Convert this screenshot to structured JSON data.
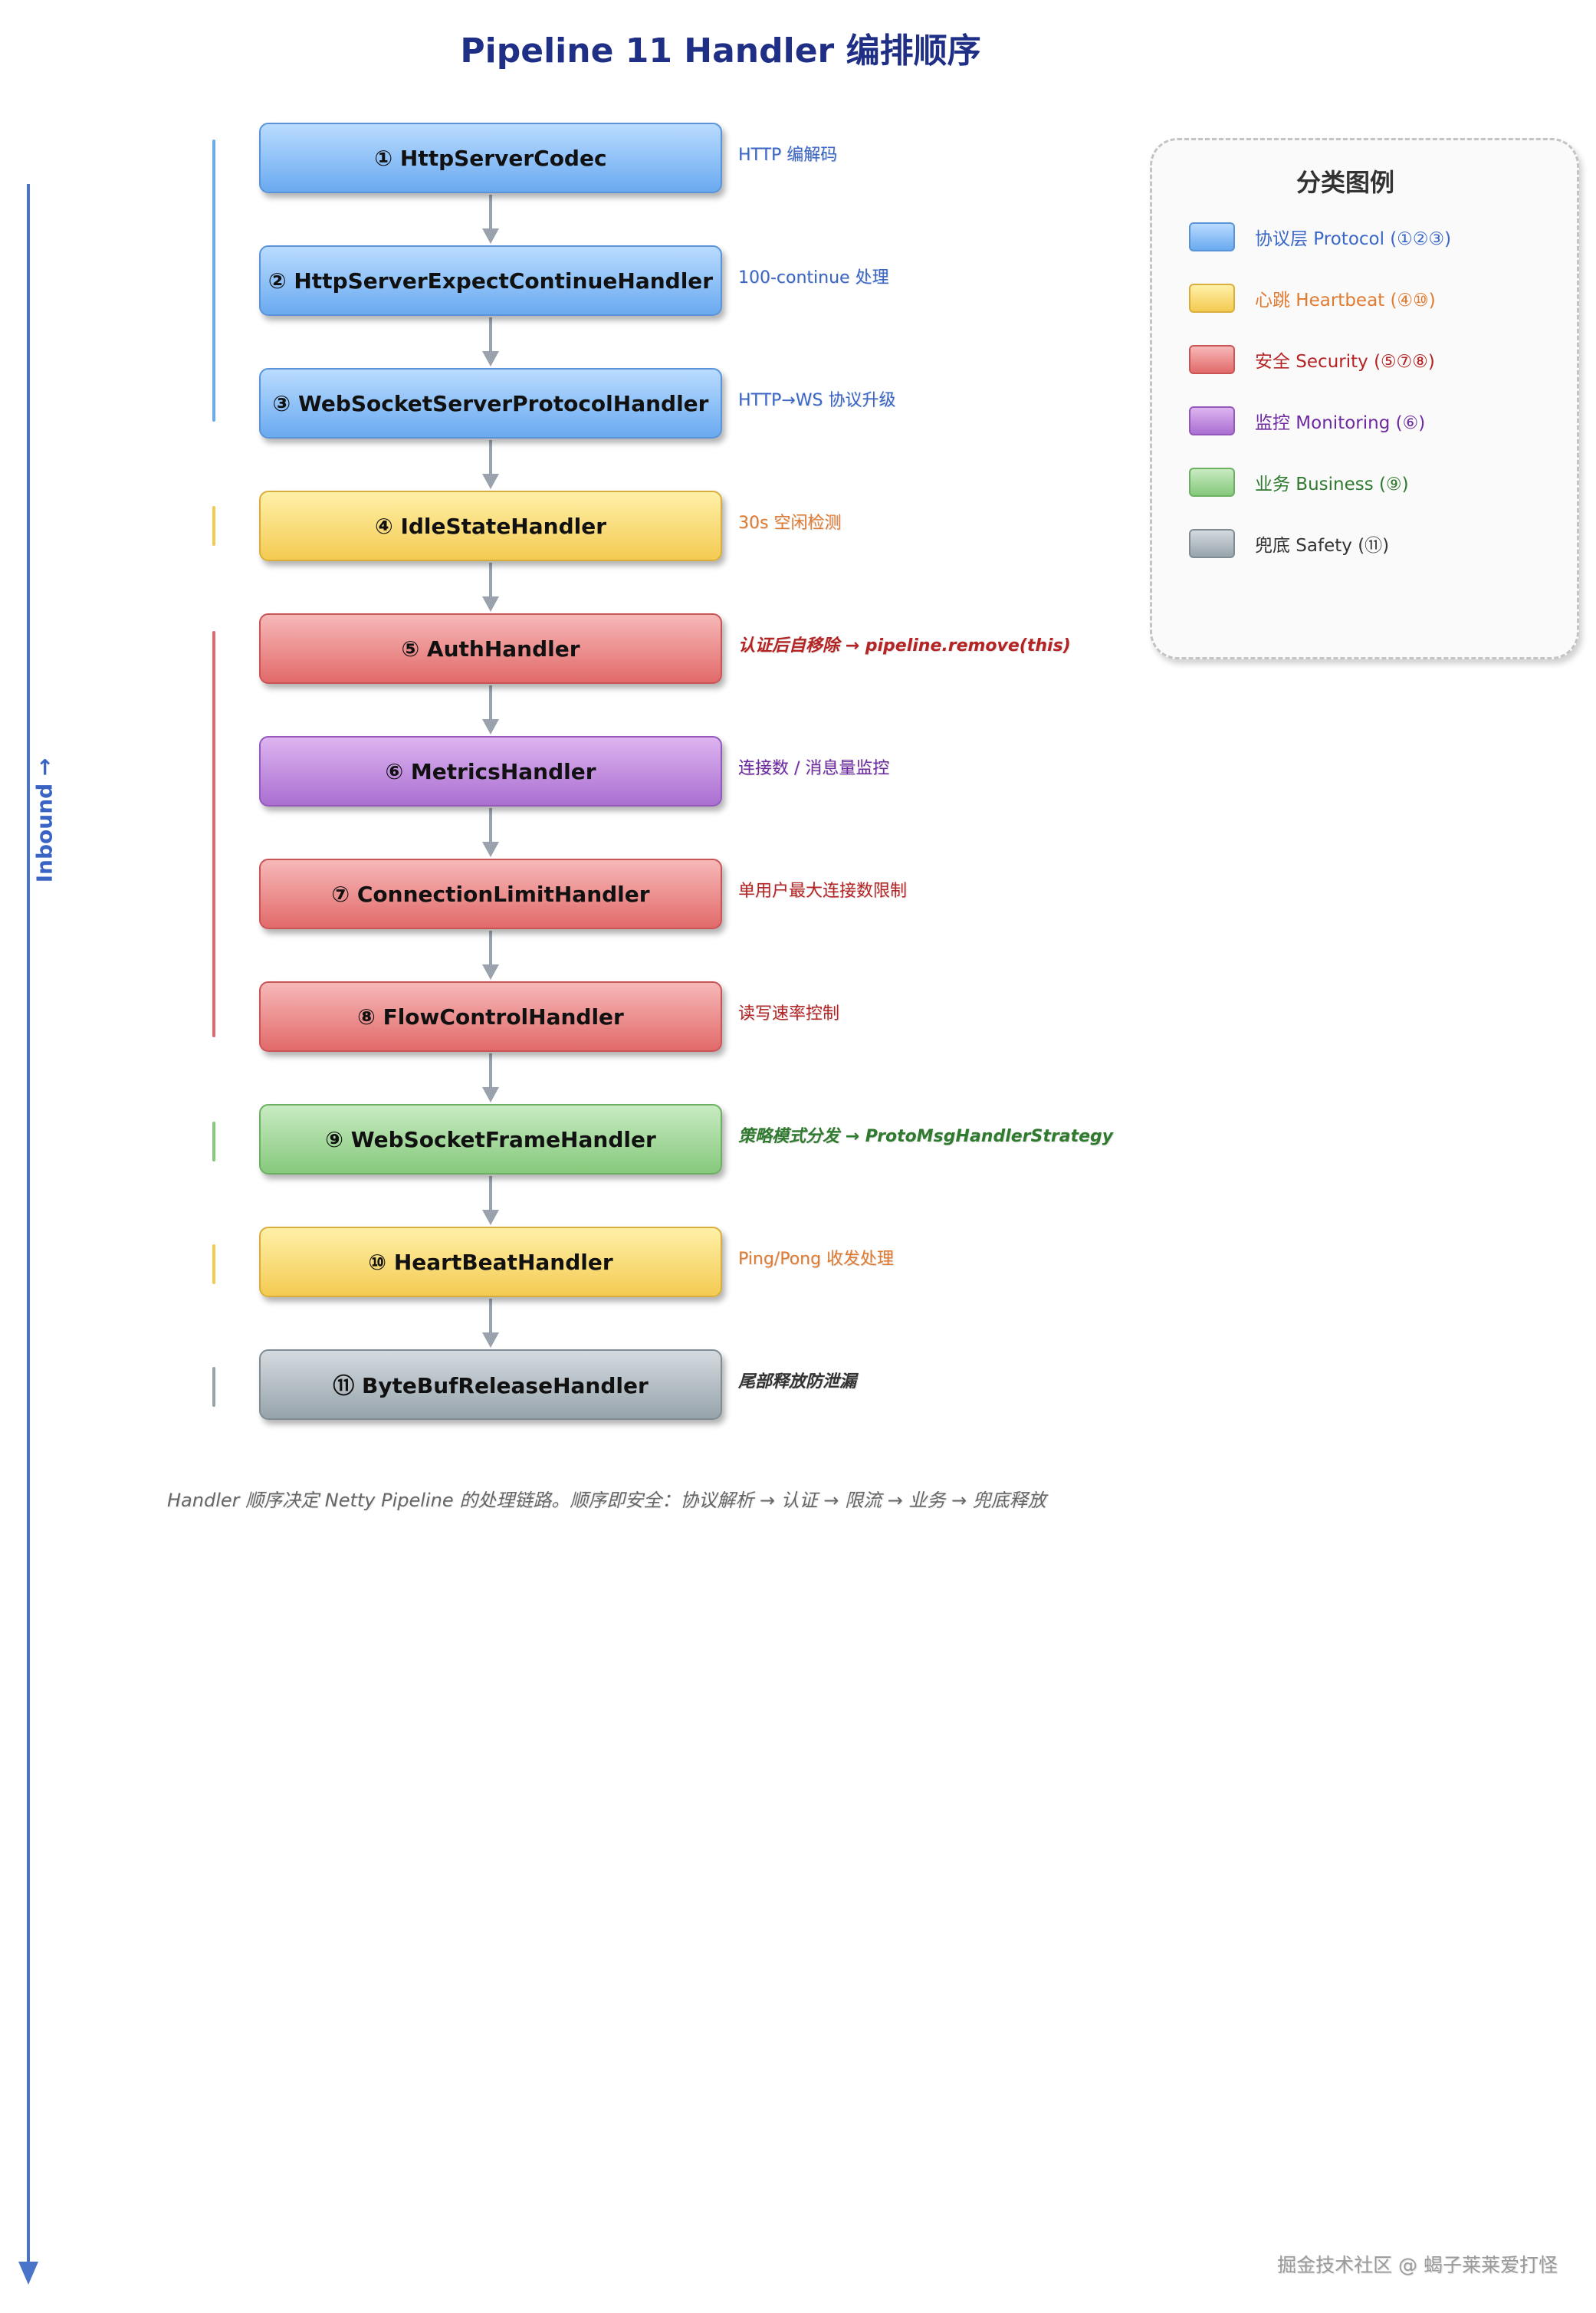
{
  "title": "Pipeline 11 Handler 编排顺序",
  "axis": {
    "label": "Inbound →"
  },
  "handlers": [
    {
      "label": "① HttpServerCodec",
      "note": "HTTP 编解码",
      "category": "protocol"
    },
    {
      "label": "② HttpServerExpectContinueHandler",
      "note": "100-continue 处理",
      "category": "protocol"
    },
    {
      "label": "③ WebSocketServerProtocolHandler",
      "note": "HTTP→WS 协议升级",
      "category": "protocol"
    },
    {
      "label": "④ IdleStateHandler",
      "note": "30s 空闲检测",
      "category": "heartbeat"
    },
    {
      "label": "⑤ AuthHandler",
      "note": "认证后自移除 → pipeline.remove(this)",
      "category": "security"
    },
    {
      "label": "⑥ MetricsHandler",
      "note": "连接数 / 消息量监控",
      "category": "monitoring"
    },
    {
      "label": "⑦ ConnectionLimitHandler",
      "note": "单用户最大连接数限制",
      "category": "security"
    },
    {
      "label": "⑧ FlowControlHandler",
      "note": "读写速率控制",
      "category": "security"
    },
    {
      "label": "⑨ WebSocketFrameHandler",
      "note": "策略模式分发 → ProtoMsgHandlerStrategy",
      "category": "business"
    },
    {
      "label": "⑩ HeartBeatHandler",
      "note": "Ping/Pong 收发处理",
      "category": "heartbeat"
    },
    {
      "label": "⑪ ByteBufReleaseHandler",
      "note": "尾部释放防泄漏",
      "category": "safety"
    }
  ],
  "legend": {
    "title": "分类图例",
    "items": [
      {
        "label": "协议层 Protocol (①②③)",
        "category": "protocol"
      },
      {
        "label": "心跳 Heartbeat (④⑩)",
        "category": "heartbeat"
      },
      {
        "label": "安全 Security (⑤⑦⑧)",
        "category": "security"
      },
      {
        "label": "监控 Monitoring (⑥)",
        "category": "monitoring"
      },
      {
        "label": "业务 Business (⑨)",
        "category": "business"
      },
      {
        "label": "兜底 Safety (⑪)",
        "category": "safety"
      }
    ]
  },
  "colors": {
    "protocol": "#6aaaf0",
    "heartbeat": "#f4cb52",
    "security": "#e26a6a",
    "monitoring": "#aa6fd1",
    "business": "#86c97c",
    "safety": "#97a3ab",
    "protocol_text": "#3a66c8",
    "heartbeat_text": "#e07a30",
    "security_text": "#b52424",
    "monitoring_text": "#6e2aa0",
    "business_text": "#2f7a2f",
    "safety_text": "#333333"
  },
  "footnote": "Handler 顺序决定 Netty Pipeline 的处理链路。顺序即安全：协议解析 → 认证 → 限流 → 业务 → 兜底释放",
  "watermark": "掘金技术社区 @ 蝎子莱莱爱打怪"
}
